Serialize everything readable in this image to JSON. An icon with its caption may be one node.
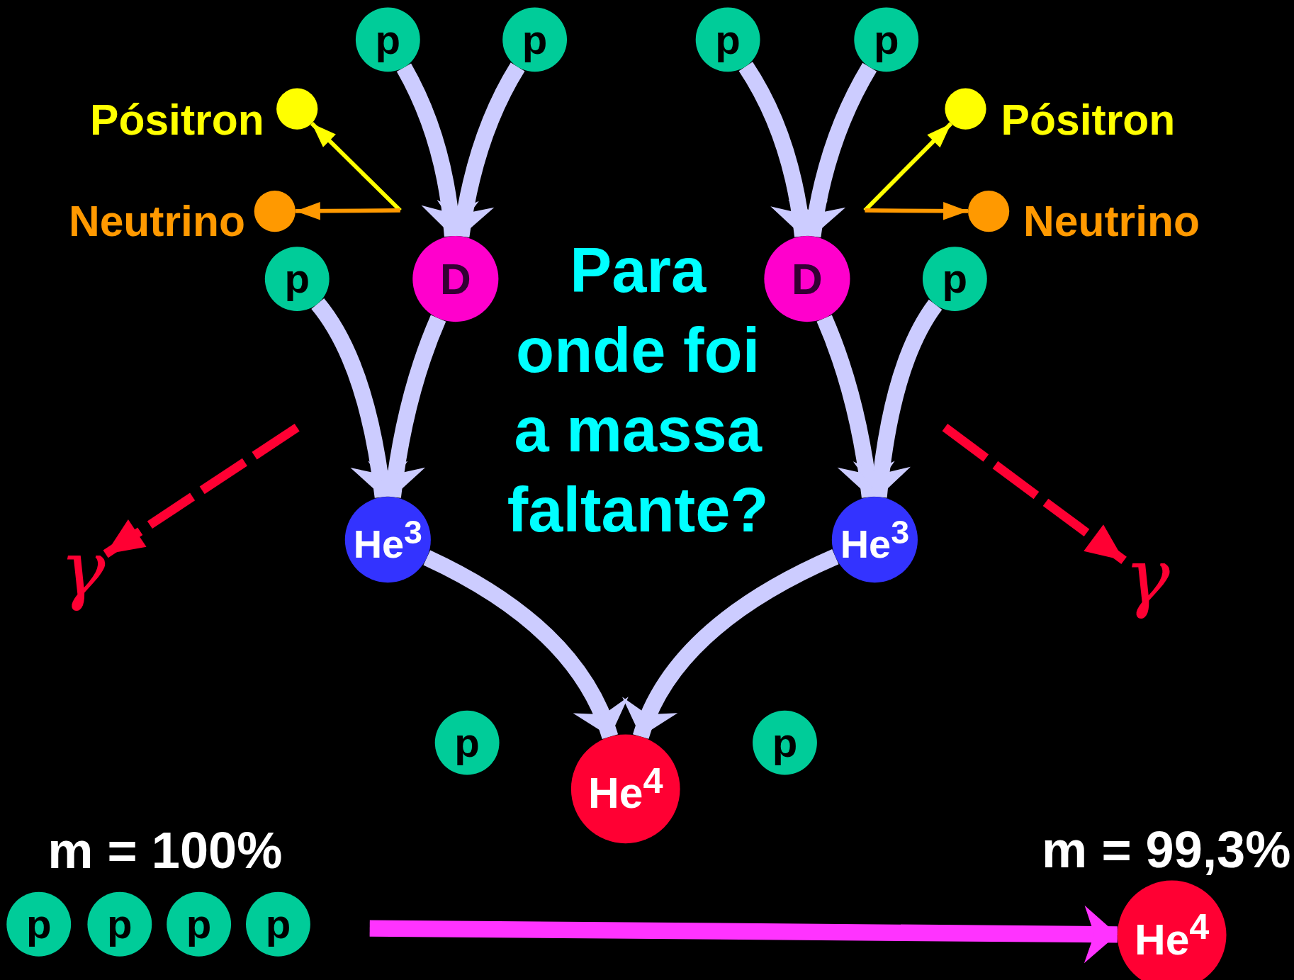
{
  "diagram": {
    "nodes": [
      {
        "text": [
          "p"
        ]
      },
      {
        "text": [
          "p"
        ]
      },
      {
        "text": [
          "p"
        ]
      },
      {
        "text": [
          "p"
        ]
      },
      {
        "text": [],
        "shape": "circle",
        "beside": [
          "Pósitron"
        ]
      },
      {
        "text": [],
        "shape": "circle",
        "beside": [
          "Pósitron"
        ]
      },
      {
        "text": [],
        "shape": "circle",
        "beside": [
          "Neutrino"
        ]
      },
      {
        "text": [],
        "shape": "circle",
        "beside": [
          "Neutrino"
        ]
      },
      {
        "text": [
          "p"
        ]
      },
      {
        "text": [
          "D"
        ]
      },
      {
        "text": [
          "D"
        ]
      },
      {
        "text": [
          "p"
        ]
      },
      {
        "text": [
          "He$^{3}$"
        ]
      },
      {
        "text": [
          "He$^{3}$"
        ]
      },
      {
        "text": [
          "γ"
        ]
      },
      {
        "text": [
          "γ"
        ]
      },
      {
        "text": [
          "p"
        ]
      },
      {
        "text": [
          "p"
        ]
      },
      {
        "text": [
          "He$^{4}$"
        ]
      },
      {
        "text": [
          "p"
        ]
      },
      {
        "text": [
          "p"
        ]
      },
      {
        "text": [
          "p"
        ]
      },
      {
        "text": [
          "p"
        ]
      },
      {
        "text": [
          "He$^{4}$"
        ],
        "beside": [
          "m = 99,3%"
        ]
      }
    ],
    "edges": [
      {
        "from": 0,
        "to": 9,
        "arrow": "to"
      },
      {
        "from": 1,
        "to": 9,
        "arrow": "to"
      },
      {
        "from": 2,
        "to": 10,
        "arrow": "to"
      },
      {
        "from": 3,
        "to": 10,
        "arrow": "to"
      },
      {
        "from": null,
        "to": 4,
        "arrow": "to",
        "color": "#ffff00"
      },
      {
        "from": null,
        "to": 6,
        "arrow": "to",
        "color": "#ff9900"
      },
      {
        "from": null,
        "to": 5,
        "arrow": "to",
        "color": "#ffff00"
      },
      {
        "from": null,
        "to": 7,
        "arrow": "to",
        "color": "#ff9900"
      },
      {
        "from": 8,
        "to": 12,
        "arrow": "to"
      },
      {
        "from": 9,
        "to": 12,
        "arrow": "to"
      },
      {
        "from": 10,
        "to": 13,
        "arrow": "to"
      },
      {
        "from": 11,
        "to": 13,
        "arrow": "to"
      },
      {
        "from": null,
        "to": 14,
        "arrow": "to",
        "style": "dashed",
        "color": "#ff0033"
      },
      {
        "from": null,
        "to": 15,
        "arrow": "to",
        "style": "dashed",
        "color": "#ff0033"
      },
      {
        "from": 12,
        "to": 18,
        "arrow": "to"
      },
      {
        "from": 13,
        "to": 18,
        "arrow": "to"
      },
      {
        "from": null,
        "to": 23,
        "arrow": "to",
        "color": "#ff33ff"
      }
    ],
    "labels": [
      "Para onde foi a massa faltante?",
      "m = 100%"
    ]
  }
}
